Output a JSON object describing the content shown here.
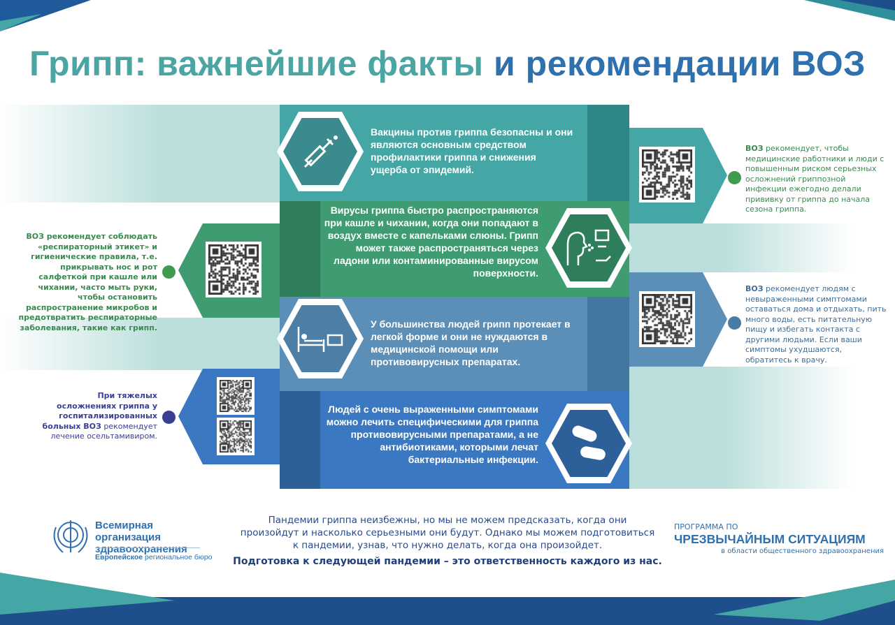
{
  "title": {
    "part1": "Грипп: важнейшие факты",
    "part2": "и рекомендации ВОЗ"
  },
  "facts": [
    {
      "icon": "syringe-icon",
      "text": "Вакцины против гриппа безопасны и они являются основным средством профилактики гриппа и снижения ущерба от эпидемий."
    },
    {
      "icon": "cough-handwash-icon",
      "text": "Вирусы гриппа быстро распространяются при кашле и чихании, когда они попадают в воздух вместе с капельками слюны. Грипп может также распространяться через ладони или контаминированные вирусом поверхности."
    },
    {
      "icon": "bed-rest-icon",
      "text": "У большинства людей грипп протекает в легкой форме и они не нуждаются в медицинской помощи или противовирусных препаратах."
    },
    {
      "icon": "pills-icon",
      "text": "Людей с очень выраженными симптомами можно лечить специфическими для гриппа противовирусными препаратами, а не антибиотиками, которыми лечат бактериальные инфекции."
    }
  ],
  "recommendations": {
    "vaccination": {
      "bold": "ВОЗ",
      "text": " рекомендует, чтобы медицинские работники и люди с повышенным риском серьезных осложнений гриппозной инфекции ежегодно делали прививку от гриппа до начала сезона гриппа."
    },
    "etiquette": {
      "bold": "ВОЗ",
      "text": " рекомендует соблюдать «респираторный этикет» и гигиенические правила, т.е. прикрывать нос и рот салфеткой при кашле или чихании, часто мыть руки, чтобы остановить распространение микробов и предотвратить респираторные заболевания, такие как грипп."
    },
    "stay_home": {
      "bold": "ВОЗ",
      "text": " рекомендует людям с невыраженными симптомами оставаться дома и отдыхать, пить много воды, есть питательную пищу и избегать контакта с другими людьми. Если ваши симптомы ухудшаются, обратитесь к врачу."
    },
    "oseltamivir": {
      "pre": "При тяжелых осложнениях гриппа у госпитализированных больных ",
      "bold": "ВОЗ",
      "text": " рекомендует лечение осельтамивиром."
    }
  },
  "footer": {
    "who_name": "Всемирная организация здравоохранения",
    "who_region_bold": "Европейское",
    "who_region": " региональное бюро",
    "message": "Пандемии гриппа неизбежны, но мы не можем предсказать, когда они произойдут и насколько серьезными они будут. Однако мы можем подготовиться к пандемии, узнав, что нужно делать, когда она произойдет.",
    "slogan": "Подготовка к следующей пандемии – это ответственность каждого из нас.",
    "program_pre": "ПРОГРАММА ПО",
    "program_main": "ЧРЕЗВЫЧАЙНЫМ СИТУАЦИЯМ",
    "program_post": "в области общественного здравоохранения"
  },
  "colors": {
    "teal": "#45a6a6",
    "green": "#3f9b70",
    "steel": "#5b8fb8",
    "blue": "#3a79c1",
    "navy": "#1f4e8c"
  }
}
